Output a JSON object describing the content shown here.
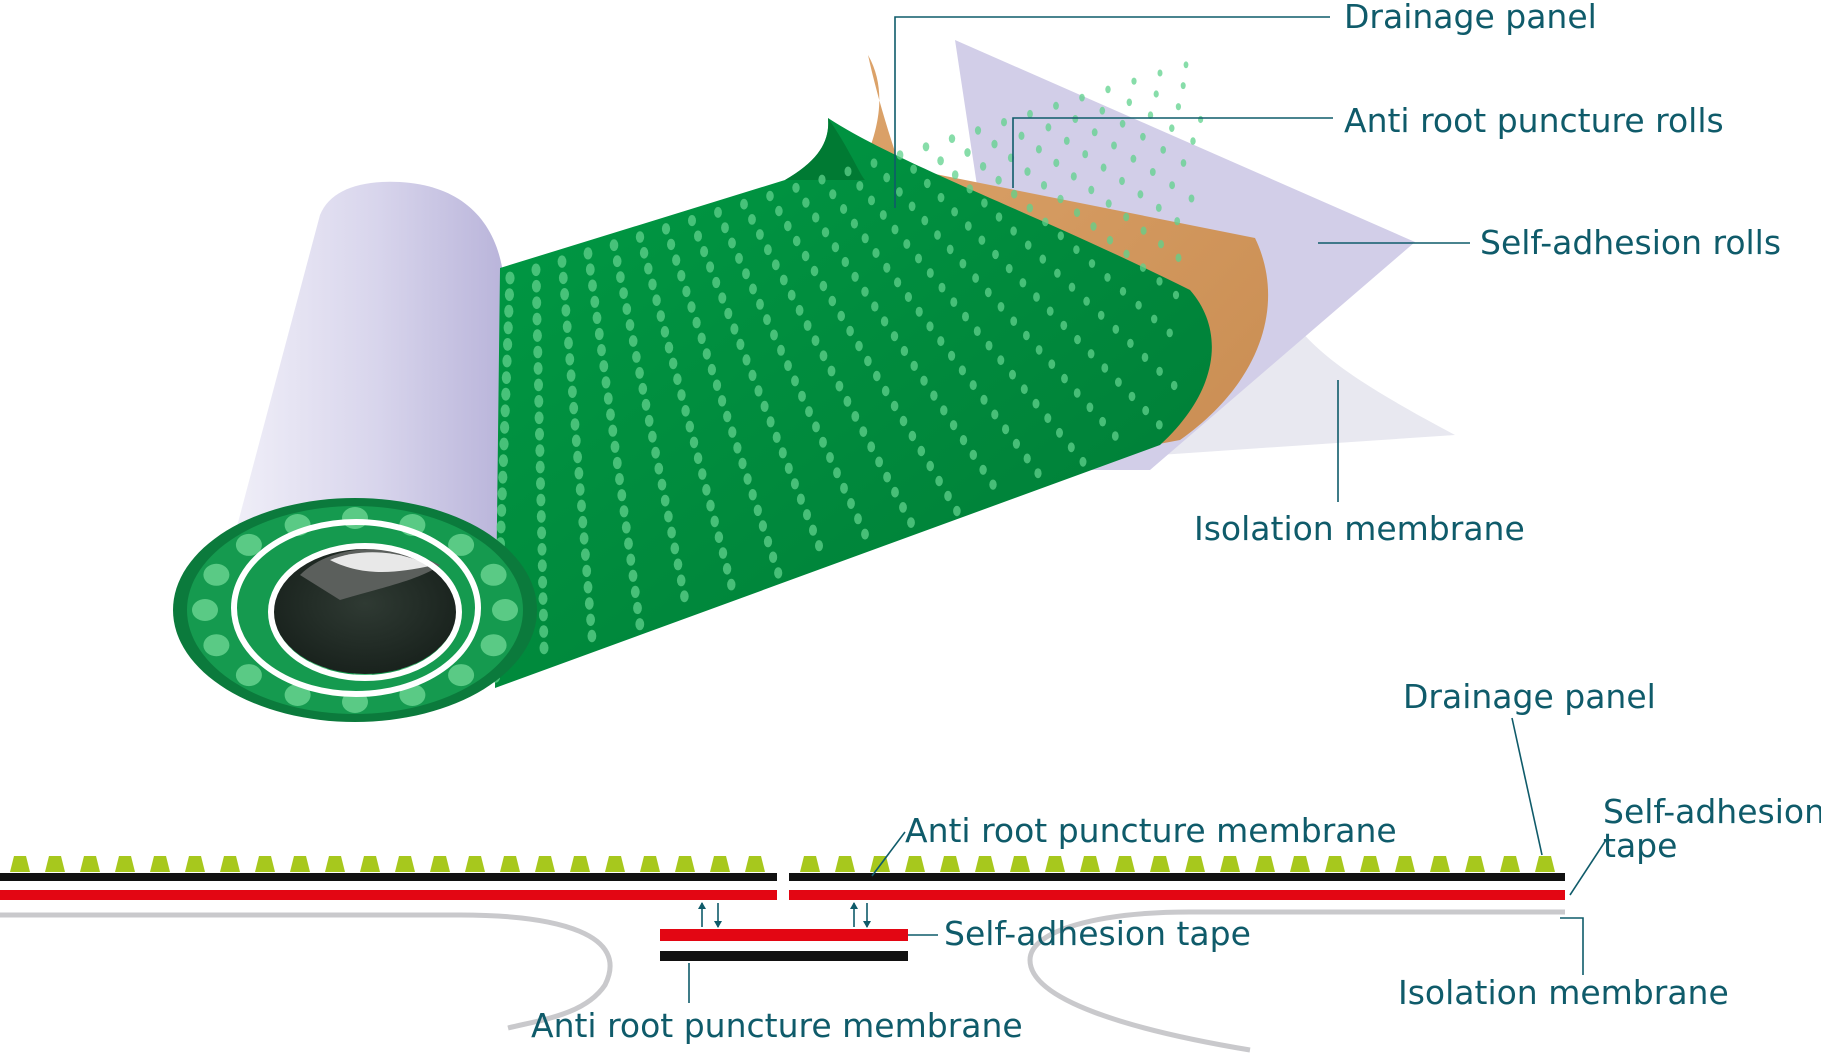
{
  "top_diagram": {
    "labels": {
      "drainage_panel": "Drainage panel",
      "anti_root_puncture_rolls": "Anti root puncture rolls",
      "self_adhesion_rolls": "Self-adhesion rolls",
      "isolation_membrane": "Isolation membrane"
    }
  },
  "cross_section": {
    "labels": {
      "drainage_panel": "Drainage panel",
      "anti_root_puncture_membrane_upper": "Anti root puncture membrane",
      "self_adhesion_tape_right_line1": "Self-adhesion",
      "self_adhesion_tape_right_line2": "tape",
      "self_adhesion_tape_middle": "Self-adhesion tape",
      "isolation_membrane": "Isolation membrane",
      "anti_root_puncture_membrane_lower": "Anti root puncture membrane"
    }
  },
  "colors": {
    "drainage_green": "#008a3c",
    "dimple_highlight": "#5fd28c",
    "anti_root_orange": "#d3995c",
    "self_adhesion_lavender": "#cfcbe6",
    "isolation_grey": "#e6e6ee",
    "stud_lime": "#a7c81d",
    "tape_red": "#e30613",
    "membrane_black": "#111111",
    "label_teal": "#0f5b6a"
  }
}
